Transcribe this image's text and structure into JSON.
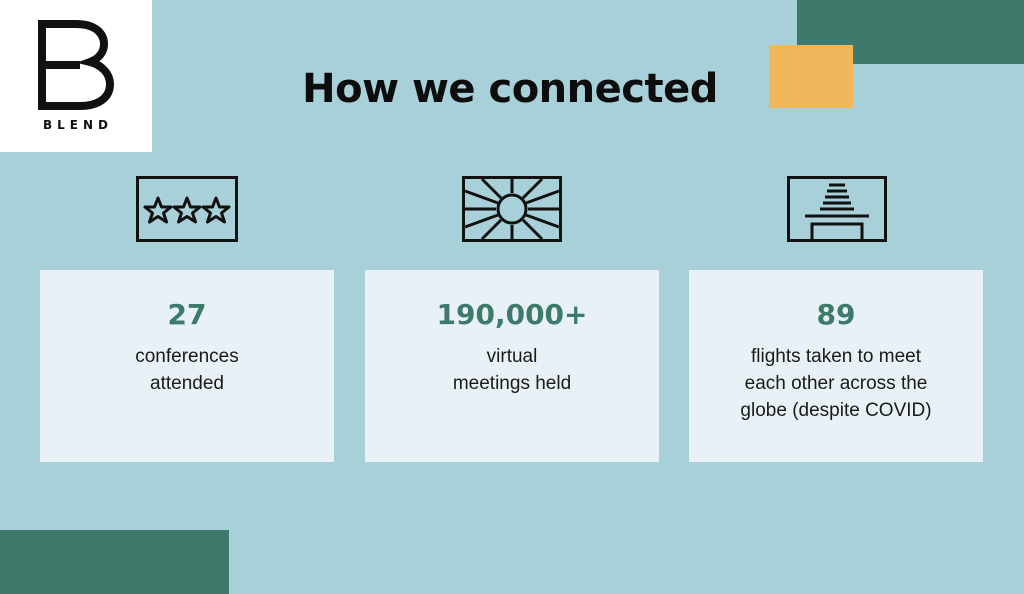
{
  "brand": {
    "logo_letter": "B",
    "logo_text": "BLEND"
  },
  "title": "How we connected",
  "colors": {
    "background": "#a7d0d8",
    "accent_green": "#3d7a6c",
    "accent_yellow": "#f0b65b",
    "card": "#e8f1f6"
  },
  "cards": [
    {
      "icon": "three-stars-icon",
      "stat": "27",
      "desc_lines": [
        "conferences",
        "attended"
      ]
    },
    {
      "icon": "sun-icon",
      "stat": "190,000+",
      "desc_lines": [
        "virtual",
        "meetings held"
      ]
    },
    {
      "icon": "temple-icon",
      "stat": "89",
      "desc_lines": [
        "flights taken to meet",
        "each other across the",
        "globe (despite COVID)"
      ]
    }
  ]
}
